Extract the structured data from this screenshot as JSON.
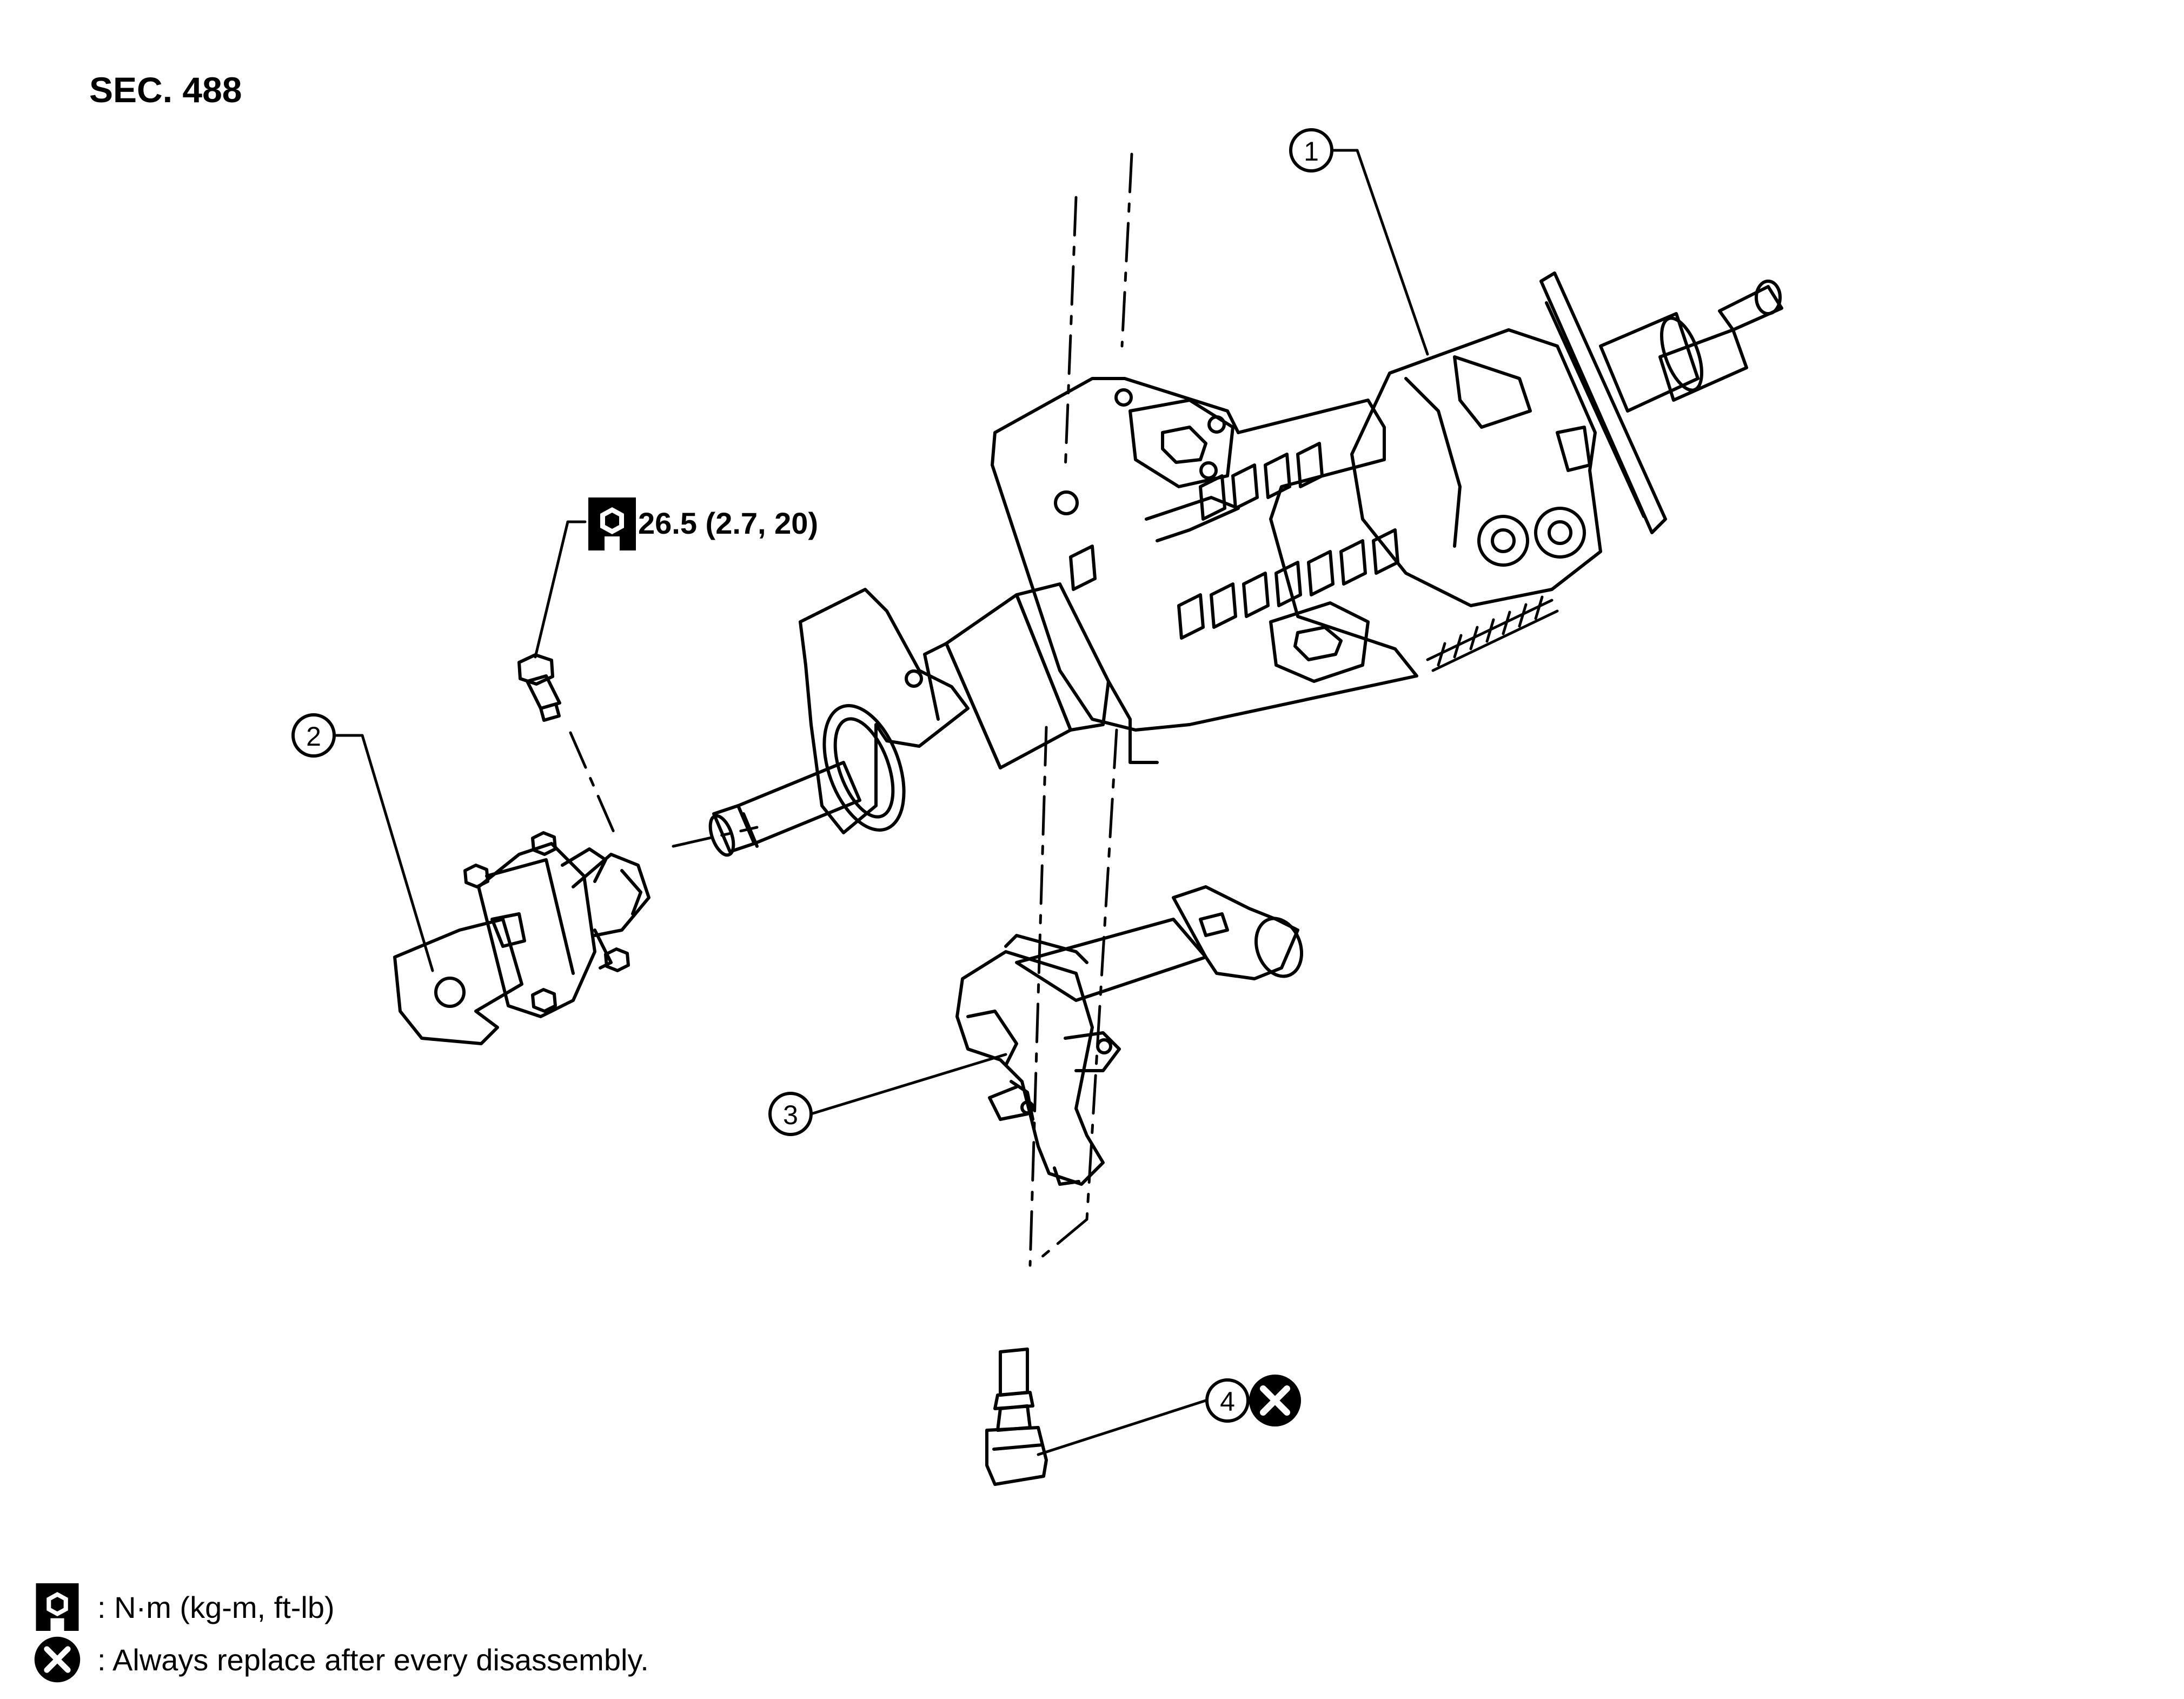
{
  "section_label": "SEC. 488",
  "callouts": [
    {
      "id": "1"
    },
    {
      "id": "2"
    },
    {
      "id": "3"
    },
    {
      "id": "4"
    }
  ],
  "torque_spec": "26.5 (2.7, 20)",
  "legend": {
    "torque_text": ": N·m (kg-m, ft-lb)",
    "replace_text": ": Always replace after every disassembly."
  },
  "icons": {
    "torque": "torque-wrench-icon",
    "replace": "replace-x-icon"
  },
  "colors": {
    "line": "#000000",
    "background": "#ffffff"
  }
}
